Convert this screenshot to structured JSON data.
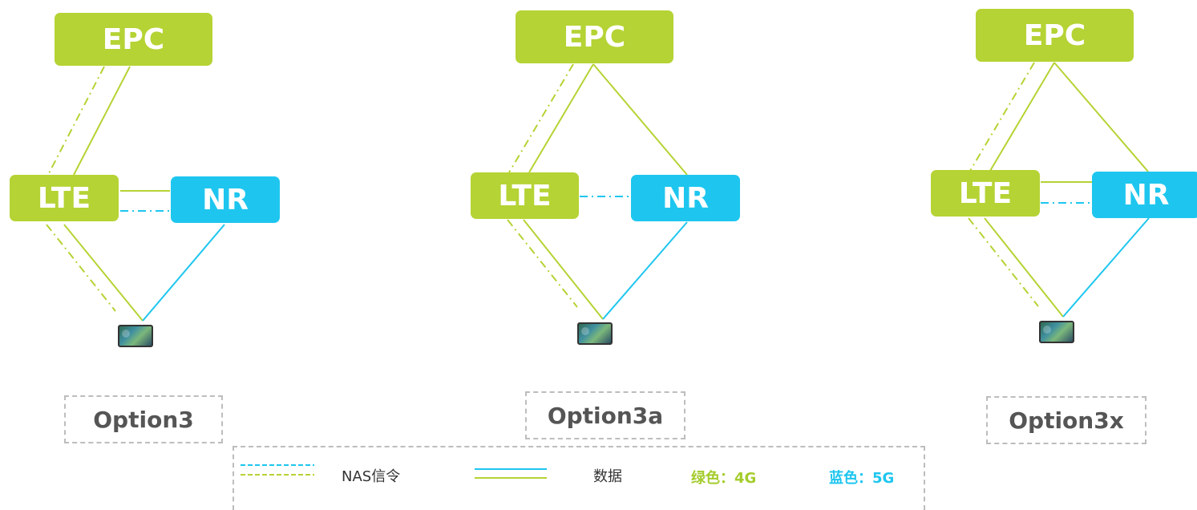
{
  "colors": {
    "green": "#b5d334",
    "blue": "#1ec6ef"
  },
  "diagrams": [
    {
      "epc": "EPC",
      "lte": "LTE",
      "nr": "NR",
      "option": "Option3"
    },
    {
      "epc": "EPC",
      "lte": "LTE",
      "nr": "NR",
      "option": "Option3a"
    },
    {
      "epc": "EPC",
      "lte": "LTE",
      "nr": "NR",
      "option": "Option3x"
    }
  ],
  "legend": {
    "signaling": "NAS信令",
    "data": "数据",
    "green_label": "绿色：4G",
    "blue_label": "蓝色：5G"
  },
  "icons": {
    "ue": "phone-icon"
  }
}
